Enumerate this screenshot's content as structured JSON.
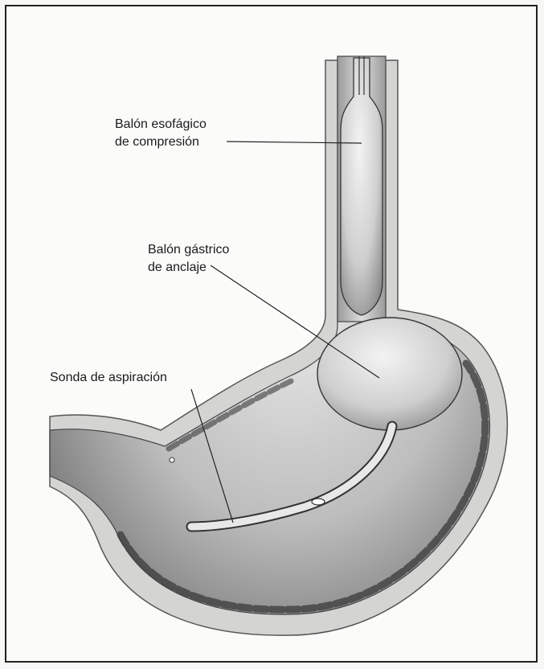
{
  "labels": {
    "esophageal_balloon_line1": "Balón esofágico",
    "esophageal_balloon_line2": "de compresión",
    "gastric_balloon_line1": "Balón gástrico",
    "gastric_balloon_line2": "de anclaje",
    "suction_tube": "Sonda de aspiración"
  }
}
